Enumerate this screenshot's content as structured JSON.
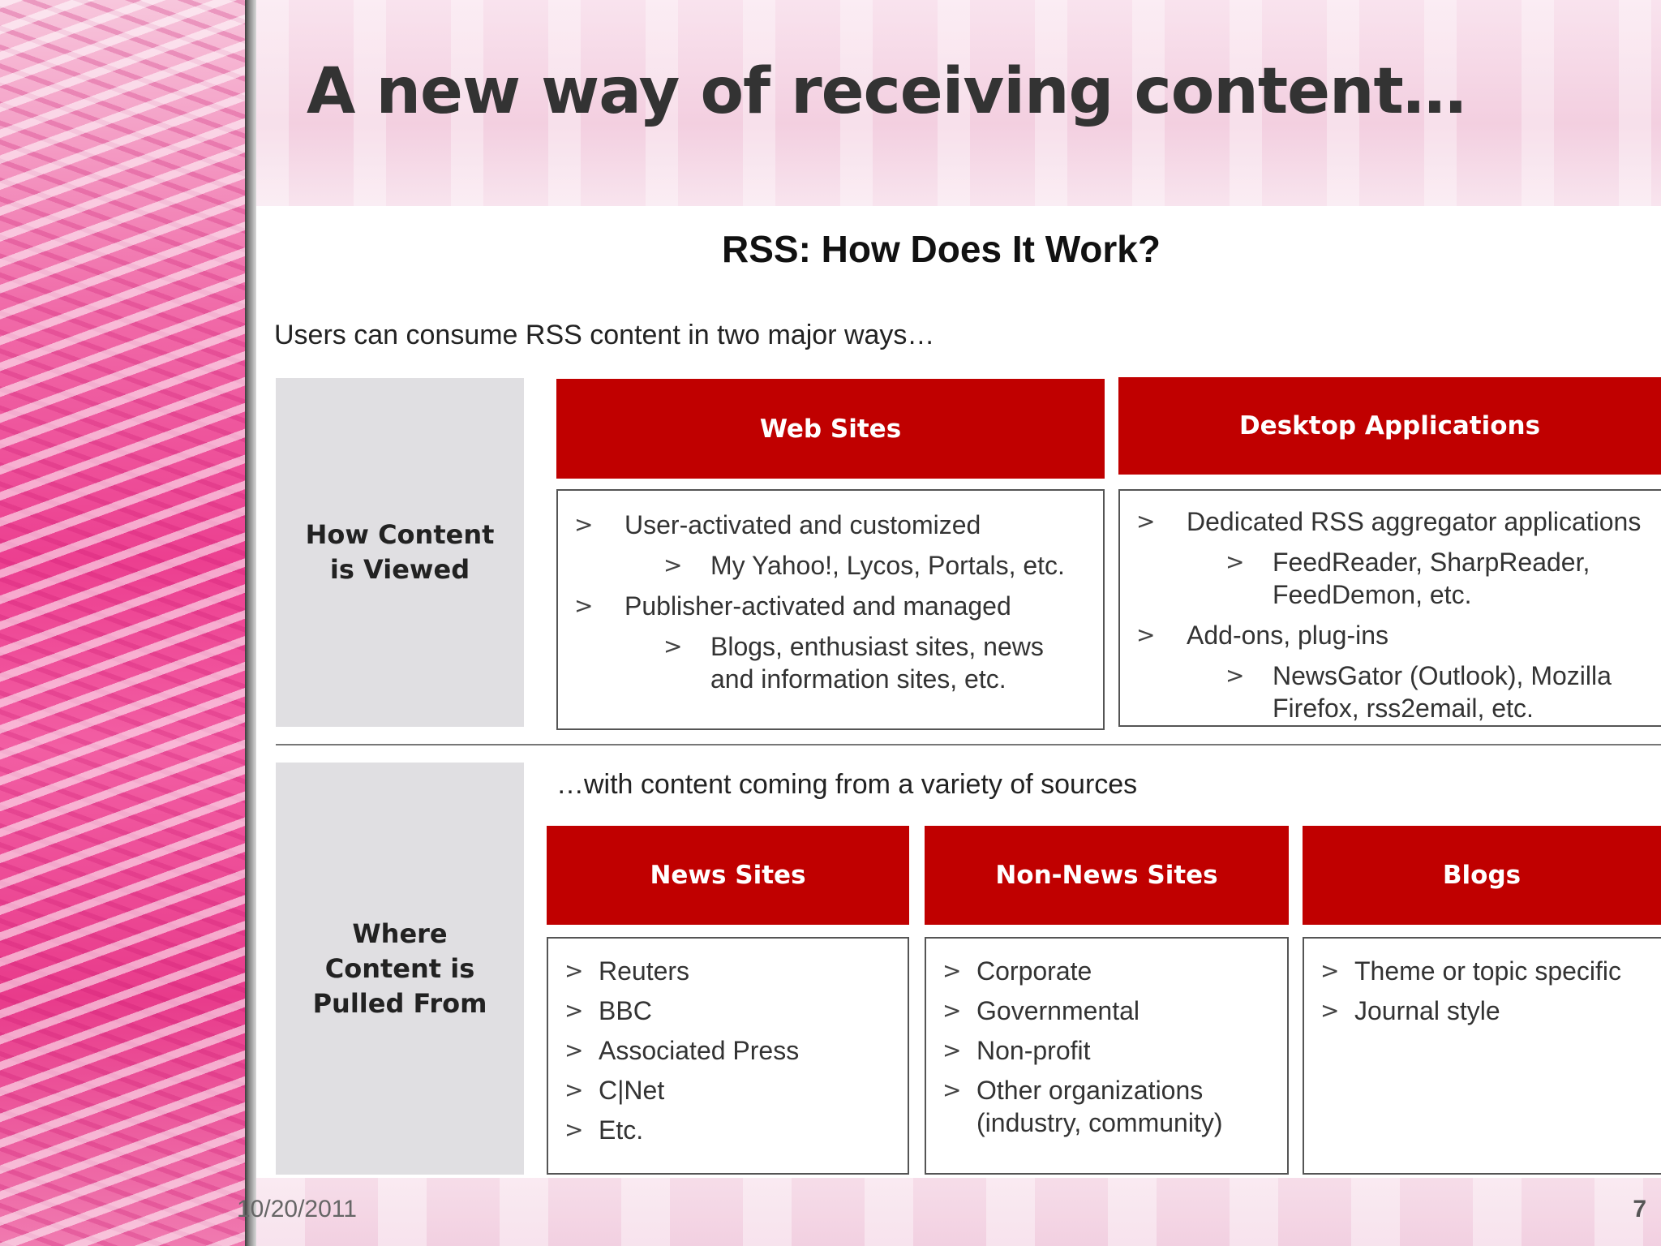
{
  "slide": {
    "title": "A new way of receiving content…",
    "subtitle": "RSS: How Does It Work?",
    "intro": "Users can consume RSS content in two major ways…",
    "sources_intro": "…with content coming from a variety of sources",
    "footer_date": "10/20/2011",
    "page_number": "7"
  },
  "row_labels": {
    "viewed": "How Content is Viewed",
    "pulled": "Where Content is Pulled From"
  },
  "viewing": {
    "web_sites": {
      "header": "Web Sites",
      "items": [
        {
          "text": "User-activated and customized"
        },
        {
          "text": "My Yahoo!, Lycos, Portals, etc."
        },
        {
          "text": "Publisher-activated and managed"
        },
        {
          "text": "Blogs, enthusiast sites, news and information sites, etc."
        }
      ]
    },
    "desktop_apps": {
      "header": "Desktop Applications",
      "items": [
        {
          "text": "Dedicated RSS aggregator applications"
        },
        {
          "text": "FeedReader, SharpReader, FeedDemon, etc."
        },
        {
          "text": "Add-ons, plug-ins"
        },
        {
          "text": "NewsGator (Outlook), Mozilla Firefox, rss2email, etc."
        }
      ]
    }
  },
  "sources": {
    "news_sites": {
      "header": "News Sites",
      "items": [
        "Reuters",
        "BBC",
        "Associated Press",
        "C|Net",
        "Etc."
      ]
    },
    "non_news_sites": {
      "header": "Non-News Sites",
      "items": [
        "Corporate",
        "Governmental",
        "Non-profit",
        "Other organizations (industry, community)"
      ]
    },
    "blogs": {
      "header": "Blogs",
      "items": [
        "Theme or topic specific",
        "Journal style"
      ]
    }
  },
  "bullet_glyph": ">",
  "colors": {
    "header_red": "#c00000",
    "label_gray": "#e0dfe2",
    "title_text": "#333333"
  }
}
